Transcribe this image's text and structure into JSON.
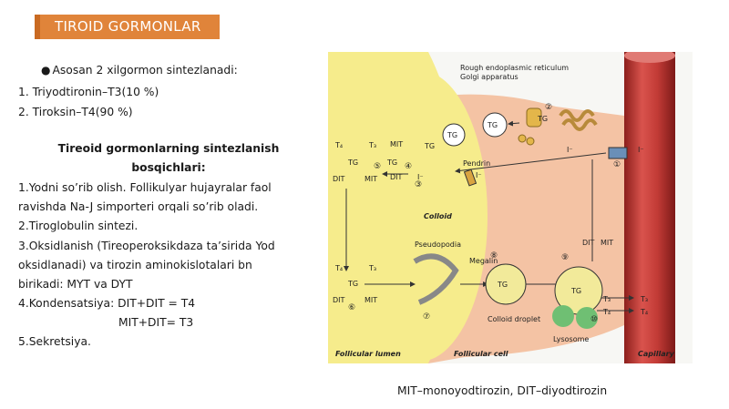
{
  "slide": {
    "title": "TIROID GORMONLAR",
    "intro": "Asosan 2 xilgormon sintezlanadi:",
    "list": [
      "1. Triyodtironin–T3(10 %)",
      "2. Tiroksin–T4(90 %)"
    ],
    "subtitle_line1": "Tireoid gormonlarning sintezlanish",
    "subtitle_line2": "bosqichlari:",
    "steps": [
      "1.Yodni so’rib olish. Follikulyar hujayralar faol",
      "ravishda Na-J simporteri orqali so’rib oladi.",
      "2.Tiroglobulin sintezi.",
      "3.Oksidlanish (Tireoperoksikdaza ta’sirida Yod",
      "oksidlanadi) va tirozin aminokislotalari bn",
      "birikadi: MYT va DYT",
      "4.Kondensatsiya: DIT+DIT = T4",
      "MIT+DIT= T3",
      "5.Sekretsiya."
    ],
    "caption": "MIT–monoyodtirozin, DIT–diyodtirozin"
  },
  "figure": {
    "labels": {
      "rer": "Rough endoplasmic reticulum",
      "golgi": "Golgi apparatus",
      "tg": "TG",
      "pendrin": "Pendrin",
      "colloid": "Colloid",
      "pseudopodia": "Pseudopodia",
      "megalin": "Megalin",
      "colloid_droplet": "Colloid droplet",
      "lysosome": "Lysosome",
      "follicular_lumen": "Follicular lumen",
      "follicular_cell": "Follicular cell",
      "capillary": "Capillary",
      "t4": "T₄",
      "t3": "T₃",
      "mit": "MIT",
      "dit": "DIT",
      "iodide": "I⁻",
      "n1": "①",
      "n2": "②",
      "n3": "③",
      "n4": "④",
      "n5": "⑤",
      "n6": "⑥",
      "n7": "⑦",
      "n8": "⑧",
      "n9": "⑨",
      "n10": "⑩"
    },
    "colors": {
      "lumen": "#f6ec8c",
      "cell": "#f4c3a4",
      "capillary": "#b8312d",
      "lysosome": "#6fbf73",
      "droplet": "#f2ea9a",
      "title_bg": "#e0843a"
    }
  }
}
